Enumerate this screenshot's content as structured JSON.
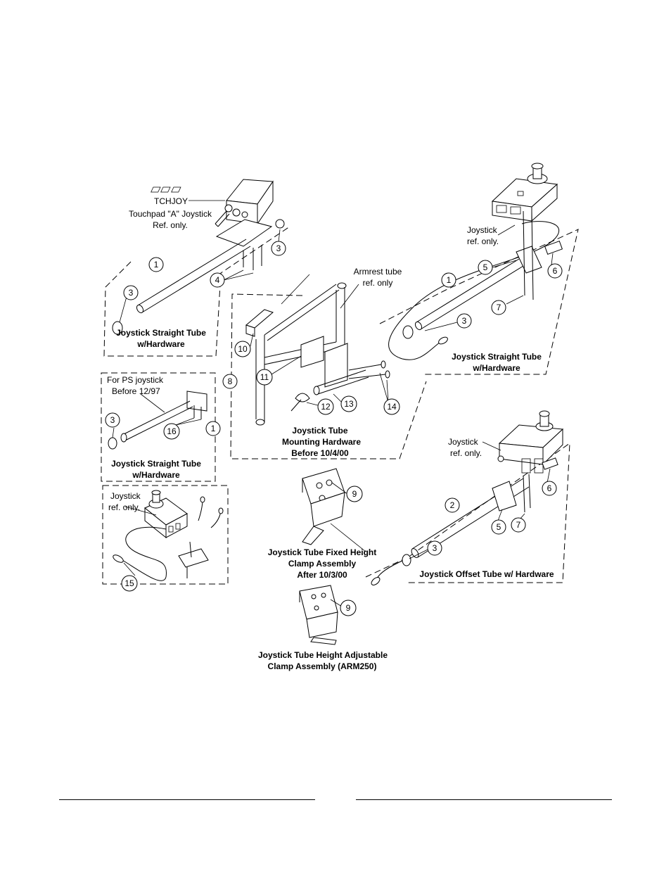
{
  "diagram": {
    "groups": {
      "touchpad": {
        "label_code": "TCHJOY",
        "label_line1": "Touchpad \"A\" Joystick",
        "label_line2": "Ref. only.",
        "caption_line1": "Joystick Straight Tube",
        "caption_line2": "w/Hardware"
      },
      "armrest": {
        "label_line1": "Armrest tube",
        "label_line2": "ref. only"
      },
      "mounting": {
        "caption_line1": "Joystick Tube",
        "caption_line2": "Mounting Hardware",
        "caption_line3": "Before 10/4/00"
      },
      "ps_joystick": {
        "label_line1": "For PS joystick",
        "label_line2": "Before 12/97",
        "caption_line1": "Joystick Straight Tube",
        "caption_line2": "w/Hardware"
      },
      "joystick_15": {
        "label_line1": "Joystick",
        "label_line2": "ref. only."
      },
      "fixed_clamp": {
        "caption_line1": "Joystick Tube Fixed Height",
        "caption_line2": "Clamp Assembly",
        "caption_line3": "After 10/3/00"
      },
      "adjustable_clamp": {
        "caption_line1": "Joystick Tube Height Adjustable",
        "caption_line2": "Clamp Assembly (ARM250)"
      },
      "right_straight": {
        "label_line1": "Joystick",
        "label_line2": "ref. only.",
        "caption_line1": "Joystick Straight Tube",
        "caption_line2": "w/Hardware"
      },
      "offset": {
        "label_line1": "Joystick",
        "label_line2": "ref. only.",
        "caption": "Joystick Offset Tube w/ Hardware"
      }
    },
    "callouts": {
      "c1_left": "1",
      "c3_left_top": "3",
      "c3_left_bottom": "3",
      "c4": "4",
      "c10": "10",
      "c11": "11",
      "c12": "12",
      "c13": "13",
      "c14": "14",
      "c8": "8",
      "c3_ps": "3",
      "c16": "16",
      "c1_ps": "1",
      "c15": "15",
      "c9_fixed": "9",
      "c9_adjustable": "9",
      "c1_right": "1",
      "c5_right": "5",
      "c6_right": "6",
      "c7_right": "7",
      "c3_right": "3",
      "c2_offset": "2",
      "c6_offset": "6",
      "c5_offset": "5",
      "c7_offset": "7",
      "c3_offset": "3"
    }
  }
}
